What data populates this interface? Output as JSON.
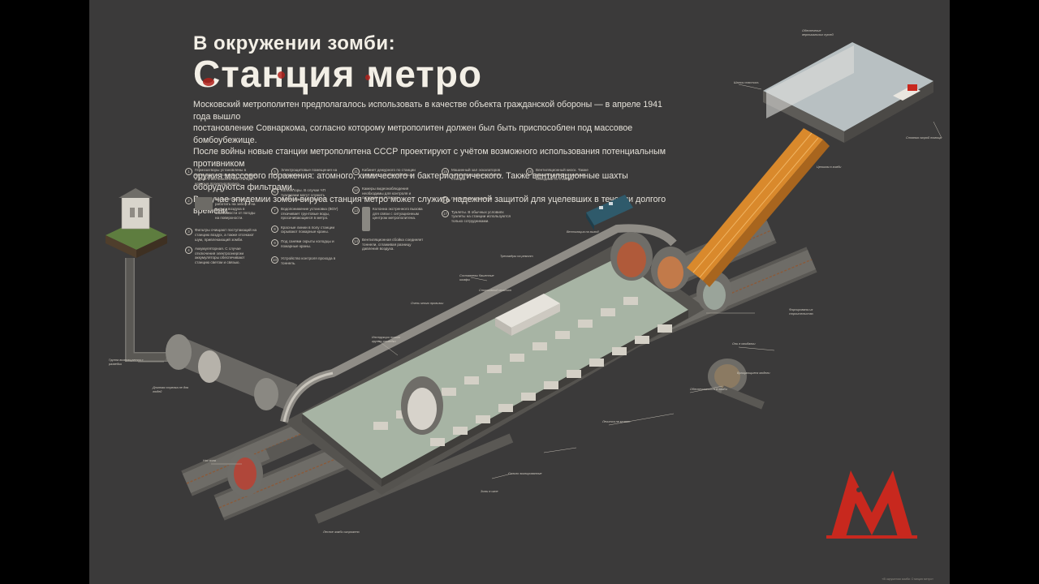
{
  "title": {
    "line1": "В окружении зомби:",
    "line2": "Станция метро"
  },
  "intro": [
    "Московский метрополитен предполагалось использовать в качестве объекта гражданской обороны — в апреле 1941 года вышло",
    "постановление Совнаркома, согласно которому метрополитен должен был быть приспособлен под массовое бомбоубежище.",
    "После войны новые станции метрополитена СССР проектируют с учётом возможного использования потенциальным противником",
    "оружия массового поражения: атомного, химического и бактериологического. Также вентиляционные шахты оборудуются фильтрами.",
    "В случае эпидемии зомби-вируса станция метро может служить надежной защитой для уцелевших в течении долгого времени."
  ],
  "notes_col1": [
    {
      "n": "1",
      "text": "Гермозатворы установлены в переходах, на станциях, в тоннелях и даже в вестибюлях тех станций, которые проектировались."
    },
    {
      "n": "2",
      "text": "Вентиляторы могут работать на забор и на выпуск воздуха в зависимости от погоды на поверхности."
    },
    {
      "n": "3",
      "text": "Фильтры очищают поступающий на станцию воздух, а также отсекают шум, привлекающий зомби."
    },
    {
      "n": "4",
      "text": "Аккумуляторная. С случае отключения электроэнергии аккумуляторы обеспечивают станцию светом и связью."
    }
  ],
  "notes_col2": [
    {
      "n": "5",
      "text": "Электрощитовые помещения на подстанции."
    },
    {
      "n": "6",
      "text": "Коллекторы. В случае ЧП туалетами могут служить коллекторы под станцией."
    },
    {
      "n": "7",
      "text": "Водопонижение установка (ВОУ) откачивает грунтовые воды, просачивающиеся в метро."
    },
    {
      "n": "8",
      "text": "Красные линии в полу станции скрывают пожарные краны."
    },
    {
      "n": "9",
      "text": "Под санями скрыты колодцы и пожарные краны."
    },
    {
      "n": "10",
      "text": "Устройство контроля прохода в тоннель."
    }
  ],
  "notes_col3": [
    {
      "n": "11",
      "text": "Кабинет дежурного по станции становится штабом убежища."
    },
    {
      "n": "12",
      "text": "Камеры видеонаблюдения необходимы для контроля и ситуации на станции."
    },
    {
      "n": "13",
      "text": "Колонна экстренного вызова для связи с ситуационным центром метрополитена."
    },
    {
      "n": "14",
      "text": "Вентиляционная сбойка соединяет тоннели, сглаживая разницу давления воздуха."
    }
  ],
  "notes_col4": [
    {
      "n": "15",
      "text": "Машинный зал эскалаторов расположен под вестибюлем станции."
    },
    {
      "n": "16",
      "text": "Переносные стремянки."
    },
    {
      "n": "17",
      "text": "Туалеты. В обычных условиях туалеты на станции используются только сотрудниками."
    }
  ],
  "notes_col5": [
    {
      "n": "18",
      "text": "Вентиляционный киоск. Также являются дополнительными выходами со станции."
    }
  ],
  "callouts": {
    "left1": "Группа возвращается с разведки",
    "left2": "Длинная стрелка не для людей",
    "bottom1": "Нас зона",
    "bottom2": "Лесное зомби огорожено",
    "mid1": "Инструкции нового группы разведки",
    "mid2": "Очень много провизии",
    "mid3": "Составлены башенные шкафы",
    "mid4": "Спортивный стадион",
    "right1": "Форсированы их строительство",
    "right2": "Они в ожидании",
    "right3": "Вращающиеся модели",
    "right4": "Обеспечиваются в зомби",
    "right5": "Лечится не может",
    "right6": "Тренажёры на ремонт",
    "right7": "Сильно экипированные",
    "right8": "Зоны в огне",
    "top1": "Обеспечение вертикальных путей",
    "top2": "Шансы спастись",
    "top3": "Стоянка скорой помощи",
    "top4": "Целиком в зомби",
    "top5": "Вентиляция на выход"
  },
  "credit": "«В окружении зомби: Станция метро»",
  "colors": {
    "background": "#3b3a3a",
    "accent_red": "#c8281e",
    "escalator": "#d9892c",
    "tunnel": "#777570"
  }
}
